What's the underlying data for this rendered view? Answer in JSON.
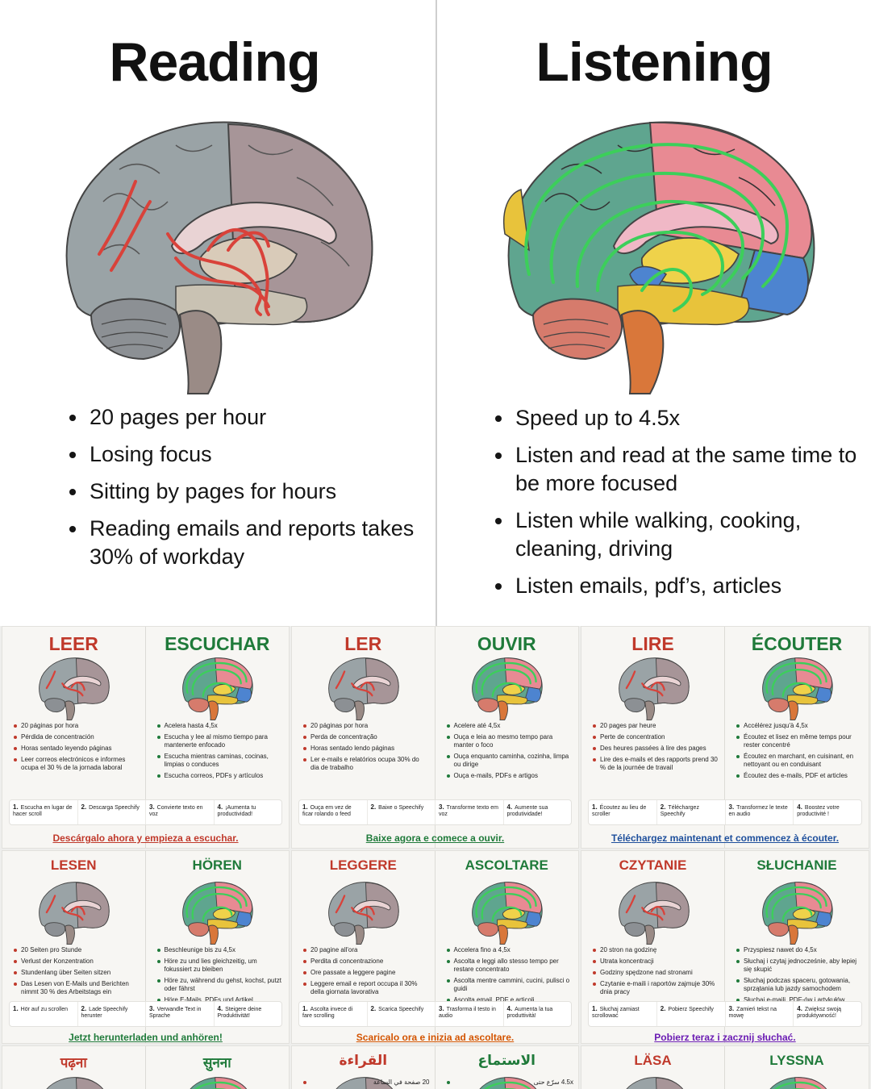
{
  "left": {
    "heading": "Reading",
    "points": [
      "20 pages per hour",
      "Losing focus",
      "Sitting by pages for hours",
      "Reading emails and reports takes 30% of workday"
    ]
  },
  "right": {
    "heading": "Listening",
    "points": [
      "Speed up to 4.5x",
      "Listen and read at the same time to be more focused",
      "Listen while walking, cooking, cleaning, driving",
      "Listen emails, pdf’s, articles"
    ]
  },
  "colors": {
    "read_title": "#c0392b",
    "listen_title": "#1f7a3a",
    "read_path": "#d9423a",
    "listen_path": "#3ccf5a"
  },
  "cards": [
    {
      "read_title": "LEER",
      "listen_title": "ESCUCHAR",
      "read_points": [
        "20 páginas por hora",
        "Pérdida de concentración",
        "Horas sentado leyendo páginas",
        "Leer correos electrónicos e informes ocupa el 30 % de la jornada laboral"
      ],
      "listen_points": [
        "Acelera hasta 4,5x",
        "Escucha y lee al mismo tiempo para mantenerte enfocado",
        "Escucha mientras caminas, cocinas, limpias o conduces",
        "Escucha correos, PDFs y artículos"
      ],
      "steps": [
        [
          "1.",
          "Escucha en lugar de hacer scroll"
        ],
        [
          "2.",
          "Descarga Speechify"
        ],
        [
          "3.",
          "Convierte texto en voz"
        ],
        [
          "4.",
          "¡Aumenta tu productividad!"
        ]
      ],
      "cta": "Descárgalo ahora y empieza a escuchar.",
      "cta_color": "#c0392b"
    },
    {
      "read_title": "LER",
      "listen_title": "OUVIR",
      "read_points": [
        "20 páginas por hora",
        "Perda de concentração",
        "Horas sentado lendo páginas",
        "Ler e-mails e relatórios ocupa 30% do dia de trabalho"
      ],
      "listen_points": [
        "Acelere até 4,5x",
        "Ouça e leia ao mesmo tempo para manter o foco",
        "Ouça enquanto caminha, cozinha, limpa ou dirige",
        "Ouça e-mails, PDFs e artigos"
      ],
      "steps": [
        [
          "1.",
          "Ouça em vez de ficar rolando o feed"
        ],
        [
          "2.",
          "Baixe o Speechify"
        ],
        [
          "3.",
          "Transforme texto em voz"
        ],
        [
          "4.",
          "Aumente sua produtividade!"
        ]
      ],
      "cta": "Baixe agora e comece a ouvir.",
      "cta_color": "#1f7a3a"
    },
    {
      "read_title": "LIRE",
      "listen_title": "ÉCOUTER",
      "read_points": [
        "20 pages par heure",
        "Perte de concentration",
        "Des heures passées à lire des pages",
        "Lire des e-mails et des rapports prend 30 % de la journée de travail"
      ],
      "listen_points": [
        "Accélérez jusqu'à 4,5x",
        "Écoutez et lisez en même temps pour rester concentré",
        "Écoutez en marchant, en cuisinant, en nettoyant ou en conduisant",
        "Écoutez des e-mails, PDF et articles"
      ],
      "steps": [
        [
          "1.",
          "Écoutez au lieu de scroller"
        ],
        [
          "2.",
          "Téléchargez Speechify"
        ],
        [
          "3.",
          "Transformez le texte en audio"
        ],
        [
          "4.",
          "Boostez votre productivité !"
        ]
      ],
      "cta": "Téléchargez maintenant et commencez à écouter.",
      "cta_color": "#1e4f9c"
    },
    {
      "read_title": "LESEN",
      "listen_title": "HÖREN",
      "read_points": [
        "20 Seiten pro Stunde",
        "Verlust der Konzentration",
        "Stundenlang über Seiten sitzen",
        "Das Lesen von E-Mails und Berichten nimmt 30 % des Arbeitstags ein"
      ],
      "listen_points": [
        "Beschleunige bis zu 4,5x",
        "Höre zu und lies gleichzeitig, um fokussiert zu bleiben",
        "Höre zu, während du gehst, kochst, putzt oder fährst",
        "Höre E-Mails, PDFs und Artikel"
      ],
      "steps": [
        [
          "1.",
          "Hör auf zu scrollen"
        ],
        [
          "2.",
          "Lade Speechify herunter"
        ],
        [
          "3.",
          "Verwandle Text in Sprache"
        ],
        [
          "4.",
          "Steigere deine Produktivität!"
        ]
      ],
      "cta": "Jetzt herunterladen und anhören!",
      "cta_color": "#1f7a3a"
    },
    {
      "read_title": "LEGGERE",
      "listen_title": "ASCOLTARE",
      "read_points": [
        "20 pagine all'ora",
        "Perdita di concentrazione",
        "Ore passate a leggere pagine",
        "Leggere email e report occupa il 30% della giornata lavorativa"
      ],
      "listen_points": [
        "Accelera fino a 4,5x",
        "Ascolta e leggi allo stesso tempo per restare concentrato",
        "Ascolta mentre cammini, cucini, pulisci o guidi",
        "Ascolta email, PDF e articoli"
      ],
      "steps": [
        [
          "1.",
          "Ascolta invece di fare scrolling"
        ],
        [
          "2.",
          "Scarica Speechify"
        ],
        [
          "3.",
          "Trasforma il testo in audio"
        ],
        [
          "4.",
          "Aumenta la tua produttività!"
        ]
      ],
      "cta": "Scaricalo ora e inizia ad ascoltare.",
      "cta_color": "#d35400"
    },
    {
      "read_title": "CZYTANIE",
      "listen_title": "SŁUCHANIE",
      "read_points": [
        "20 stron na godzinę",
        "Utrata koncentracji",
        "Godziny spędzone nad stronami",
        "Czytanie e-maili i raportów zajmuje 30% dnia pracy"
      ],
      "listen_points": [
        "Przyspiesz nawet do 4,5x",
        "Słuchaj i czytaj jednocześnie, aby lepiej się skupić",
        "Słuchaj podczas spaceru, gotowania, sprzątania lub jazdy samochodem",
        "Słuchaj e-maili, PDF-ów i artykułów"
      ],
      "steps": [
        [
          "1.",
          "Słuchaj zamiast scrollować"
        ],
        [
          "2.",
          "Pobierz Speechify"
        ],
        [
          "3.",
          "Zamień tekst na mowę"
        ],
        [
          "4.",
          "Zwiększ swoją produktywność!"
        ]
      ],
      "cta": "Pobierz teraz i zacznij słuchać.",
      "cta_color": "#6a1bb3"
    },
    {
      "read_title": "पढ़ना",
      "listen_title": "सुनना",
      "read_points": [],
      "listen_points": [],
      "steps": [],
      "cta": "",
      "cta_color": "#c0392b"
    },
    {
      "read_title": "القراءة",
      "listen_title": "الاستماع",
      "read_points": [
        "20 صفحة في الساعة"
      ],
      "listen_points": [
        "4.5x سرّع حتى"
      ],
      "steps": [],
      "cta": "",
      "cta_color": "#c0392b"
    },
    {
      "read_title": "LÄSA",
      "listen_title": "LYSSNA",
      "read_points": [],
      "listen_points": [],
      "steps": [],
      "cta": "",
      "cta_color": "#c0392b"
    }
  ]
}
